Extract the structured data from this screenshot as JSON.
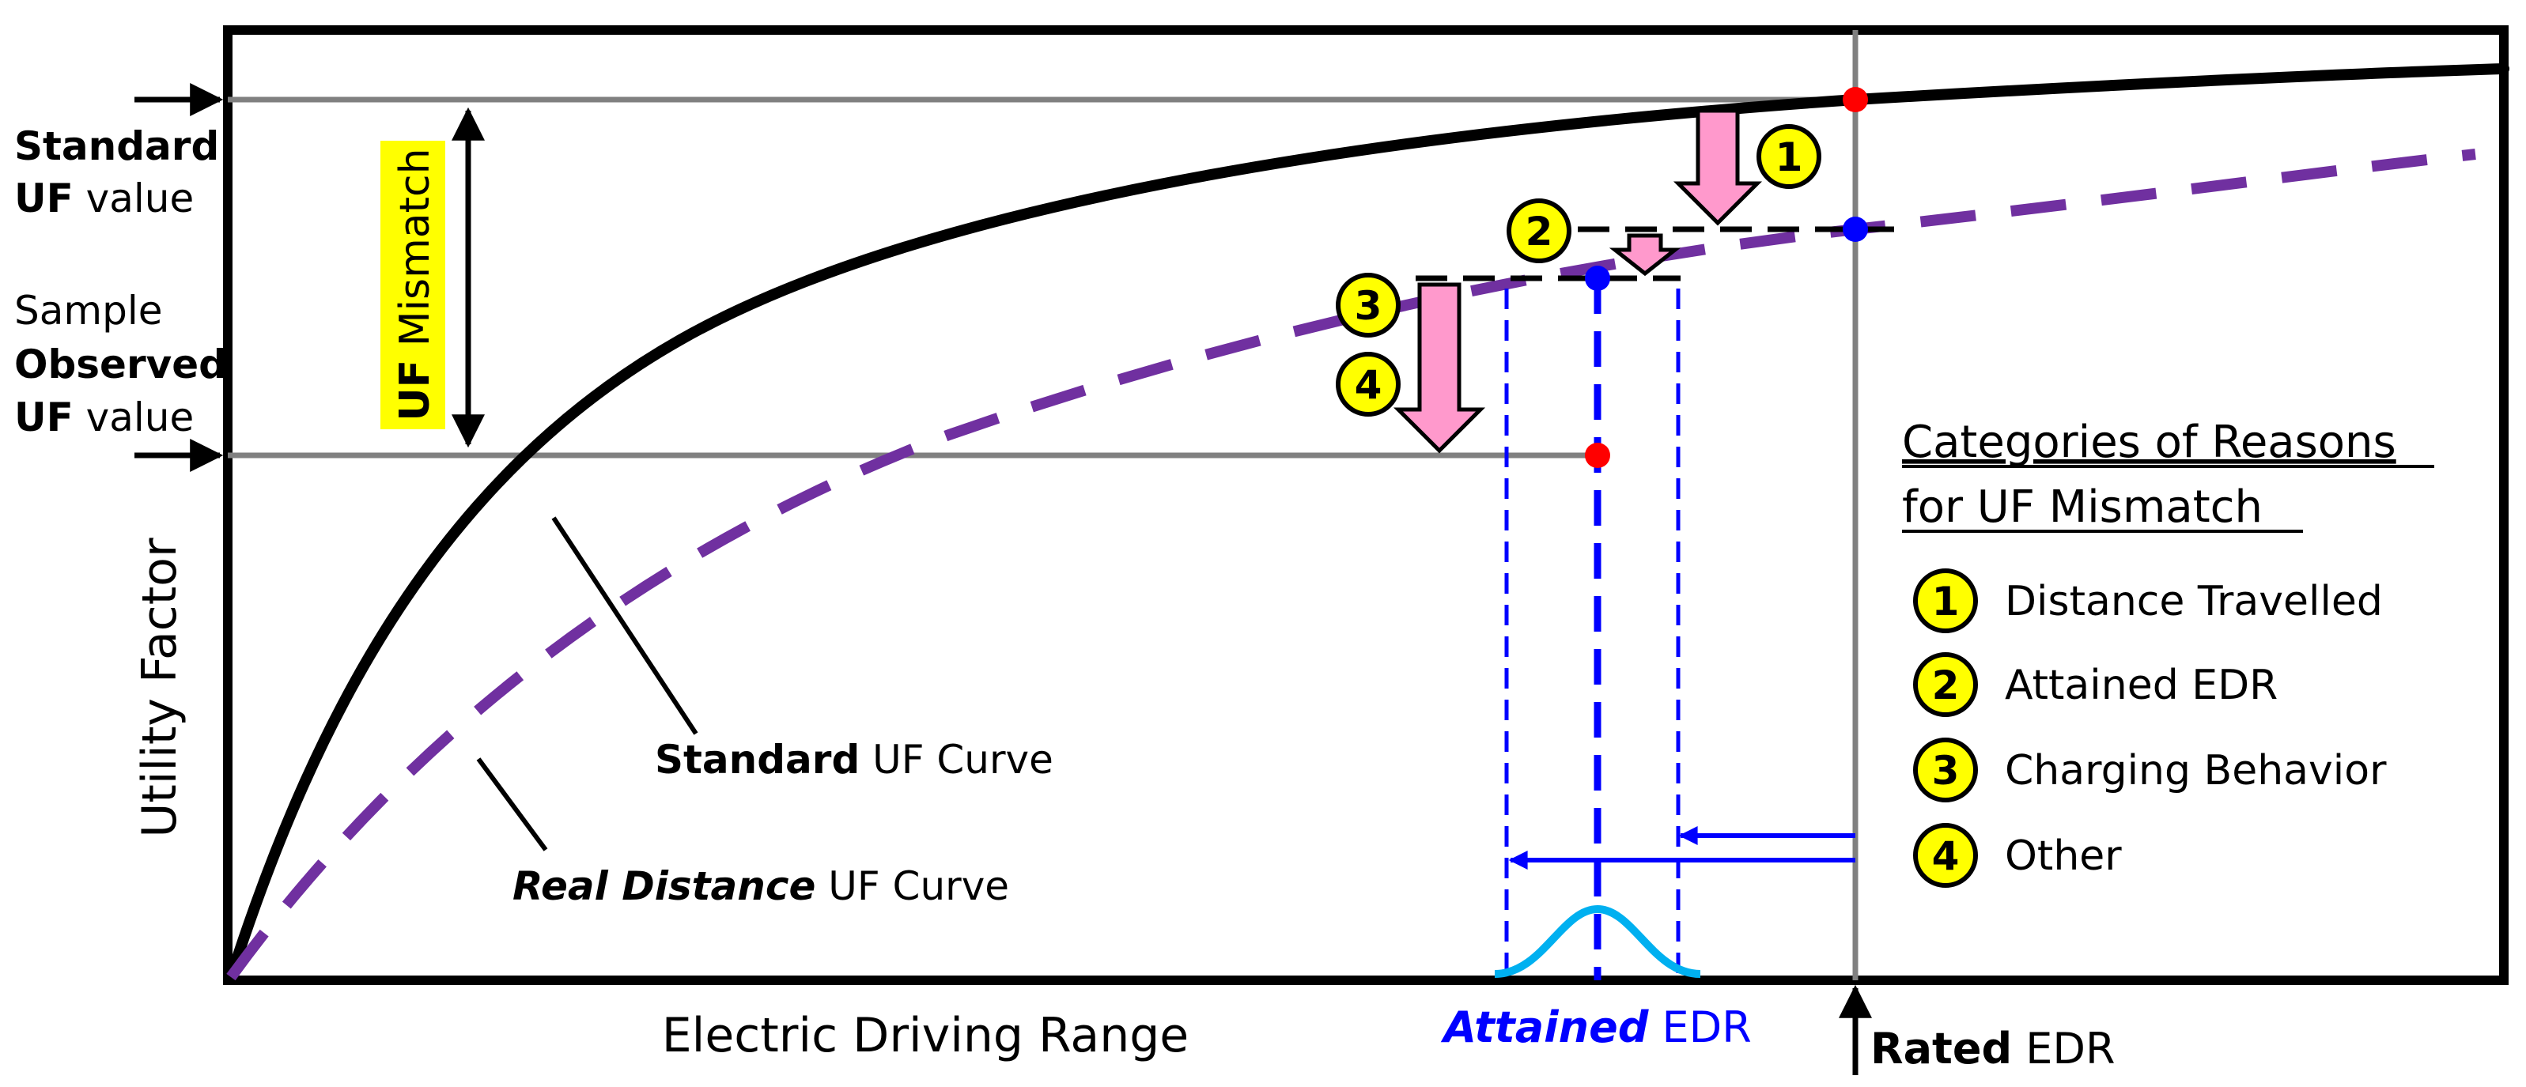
{
  "left_labels": {
    "standard_bold": "Standard",
    "standard_uf_bold": "UF",
    "standard_value": " value",
    "sample": "Sample",
    "observed_bold": "Observed",
    "observed_uf_bold": "UF",
    "observed_value": " value"
  },
  "mismatch_label": {
    "bold": "UF",
    "rest": " Mismatch"
  },
  "axes": {
    "y_label": "Utility Factor",
    "x_label": "Electric Driving Range",
    "attained_italic": "Attained",
    "attained_rest": " EDR",
    "rated_bold": "Rated",
    "rated_rest": " EDR"
  },
  "curve_labels": {
    "standard_bold": "Standard",
    "standard_rest": " UF Curve",
    "real_bold": "Real Distance",
    "real_rest": " UF Curve"
  },
  "markers": [
    "1",
    "2",
    "3",
    "4"
  ],
  "legend": {
    "title_line1": "Categories of Reasons",
    "title_line2": "for UF Mismatch",
    "items": [
      {
        "num": "1",
        "label": "Distance Travelled"
      },
      {
        "num": "2",
        "label": "Attained EDR"
      },
      {
        "num": "3",
        "label": "Charging Behavior"
      },
      {
        "num": "4",
        "label": "Other"
      }
    ]
  },
  "colors": {
    "frame": "#000000",
    "standard_curve": "#000000",
    "real_curve": "#7030a0",
    "guide": "#808080",
    "edr_blue": "#0000ff",
    "distribution": "#00b0f0",
    "marker_fill": "#ffff00",
    "mismatch_highlight": "#ffff00",
    "reason_arrow": "#ff99cc",
    "dot_red": "#ff0000",
    "dot_blue": "#0000ff"
  }
}
